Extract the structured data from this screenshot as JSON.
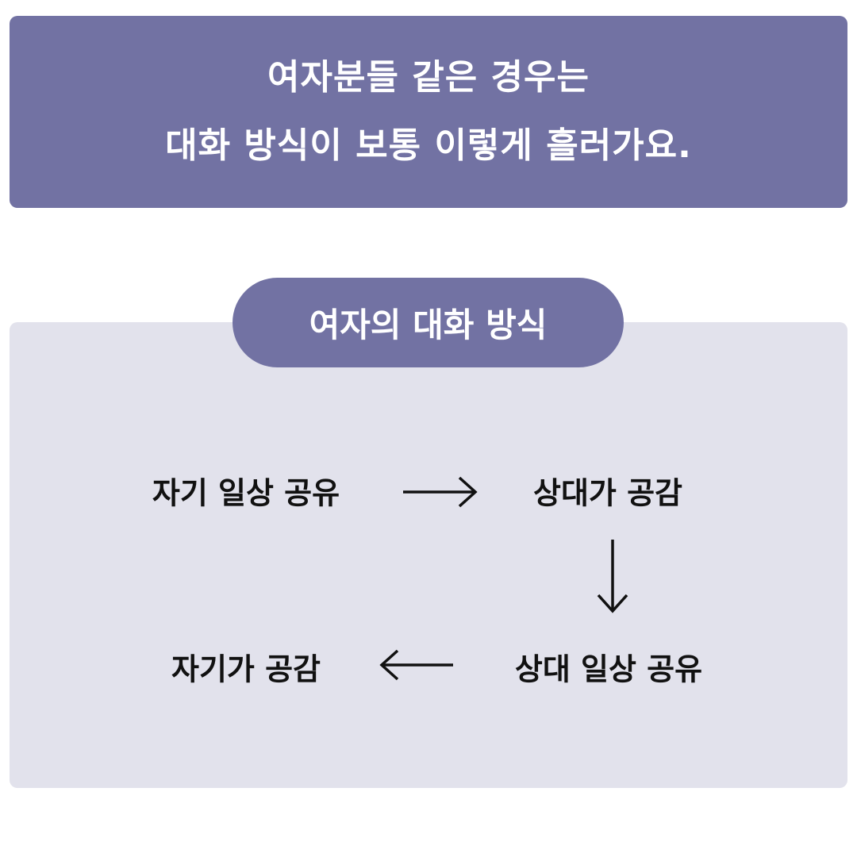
{
  "header": {
    "line1": "여자분들 같은 경우는",
    "line2": "대화 방식이 보통 이렇게 흘러가요."
  },
  "section": {
    "title": "여자의 대화 방식"
  },
  "flow": {
    "step1": "자기 일상 공유",
    "step2": "상대가 공감",
    "step3": "상대 일상 공유",
    "step4": "자기가 공감"
  },
  "colors": {
    "accent": "#7272a3",
    "panel": "#e2e2ec"
  }
}
